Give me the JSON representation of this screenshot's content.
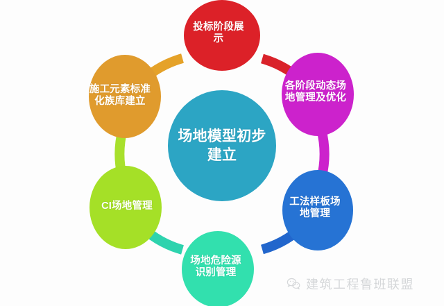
{
  "diagram": {
    "type": "hub-and-spoke-ring",
    "hub": {
      "label": "场地模型初步\n建立",
      "color": "#2CA5C4",
      "text_color": "#FFFFFF"
    },
    "ring": {
      "segments": [
        {
          "name": "upper-left-to-top",
          "color": "#E5A229"
        },
        {
          "name": "top-to-upper-right",
          "color": "#D9222A"
        },
        {
          "name": "upper-right-to-lower-right",
          "color": "#CC22CC"
        },
        {
          "name": "lower-right-to-bottom",
          "color": "#2266CC"
        },
        {
          "name": "bottom-to-lower-left",
          "color": "#2ED3AE"
        },
        {
          "name": "lower-left-to-upper-left",
          "color": "#A8E02C"
        }
      ]
    },
    "nodes": [
      {
        "id": "top",
        "position": "top",
        "label": "投标阶段展\n示",
        "color": "#DC2128",
        "text_color": "#FFFFFF"
      },
      {
        "id": "upper-right",
        "position": "upper-right",
        "label": "各阶段动态场\n地管理及优化",
        "color": "#CC22CC",
        "text_color": "#FFFFFF"
      },
      {
        "id": "lower-right",
        "position": "lower-right",
        "label": "工法样板场\n地管理",
        "color": "#2673D4",
        "text_color": "#FFFFFF"
      },
      {
        "id": "bottom",
        "position": "bottom",
        "label": "场地危险源\n识别管理",
        "color": "#32E0AE",
        "text_color": "#FFFFFF"
      },
      {
        "id": "lower-left",
        "position": "lower-left",
        "label": "CI场地管理",
        "color": "#A5E027",
        "text_color": "#FFFFFF"
      },
      {
        "id": "upper-left",
        "position": "upper-left",
        "label": "施工元素标准\n化族库建立",
        "color": "#E09B2D",
        "text_color": "#FFFFFF"
      }
    ]
  },
  "watermark": {
    "text": "建筑工程鲁班联盟",
    "icon": "wechat-icon",
    "color": "#9AA0A6"
  }
}
